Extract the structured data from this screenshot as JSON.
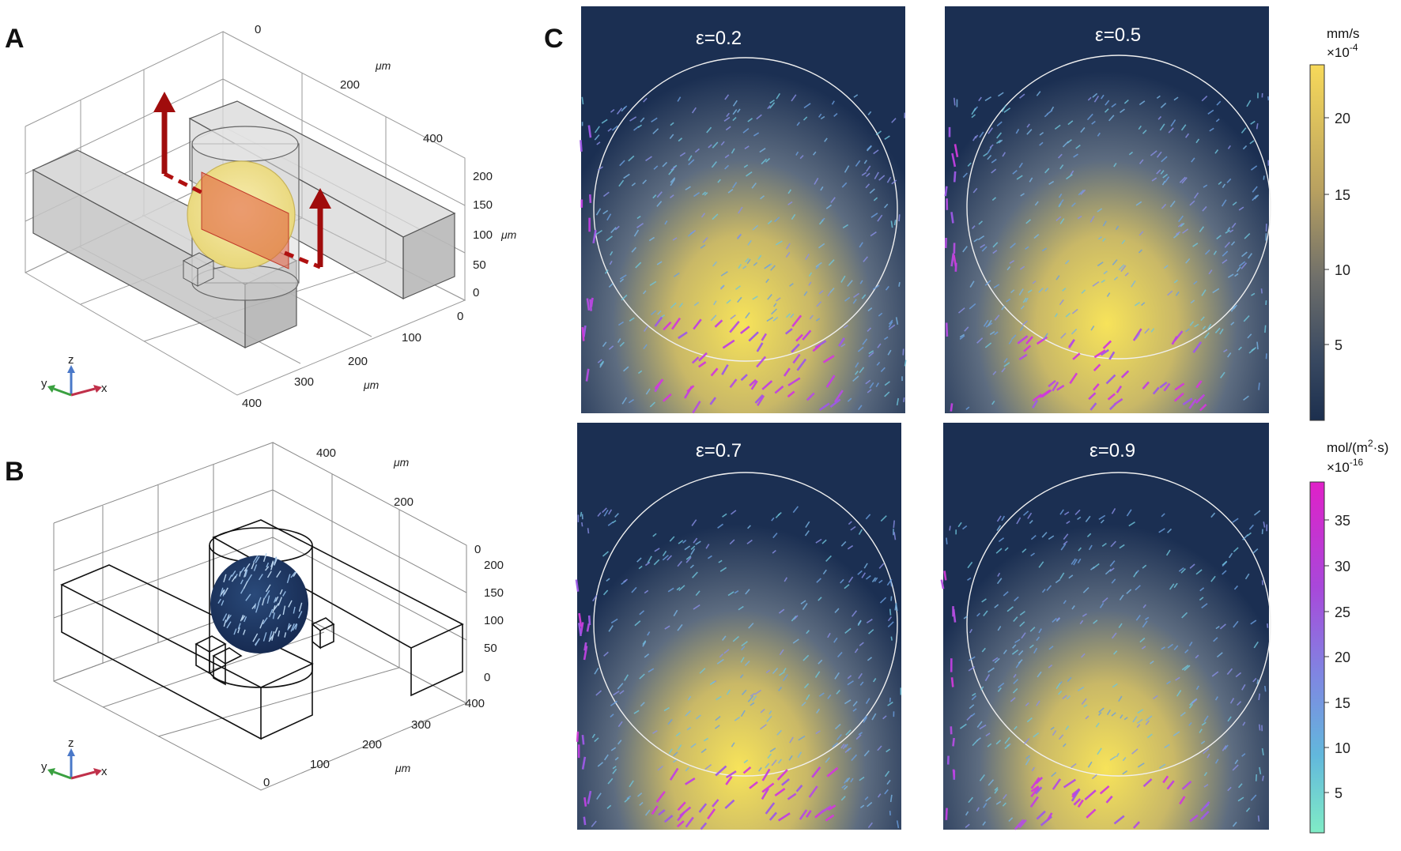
{
  "panels": {
    "a": {
      "label": "A",
      "ticks": {
        "y_top": [
          "0",
          "200",
          "400"
        ],
        "z": [
          "200",
          "150",
          "100",
          "50",
          "0"
        ],
        "y_front": [
          "0",
          "100",
          "200"
        ],
        "x": [
          "400",
          "300"
        ]
      },
      "units": {
        "y_top": "μm",
        "z": "μm",
        "x": "μm"
      },
      "axes": {
        "x": "x",
        "y": "y",
        "z": "z"
      }
    },
    "b": {
      "label": "B",
      "ticks": {
        "y_top": [
          "400",
          "200",
          "0"
        ],
        "z": [
          "200",
          "150",
          "100",
          "50",
          "0"
        ],
        "y_front": [
          "400",
          "300",
          "200",
          "100"
        ],
        "x": [
          "0"
        ]
      },
      "units": {
        "y_top": "μm",
        "x": "μm"
      },
      "axes": {
        "x": "x",
        "y": "y",
        "z": "z"
      }
    },
    "c": {
      "label": "C",
      "subplots": [
        {
          "eps": "ε=0.2"
        },
        {
          "eps": "ε=0.5"
        },
        {
          "eps": "ε=0.7"
        },
        {
          "eps": "ε=0.9"
        }
      ]
    }
  },
  "colorbars": {
    "velocity": {
      "unit": "mm/s",
      "scale": "×10",
      "exp": "-4",
      "ticks": [
        "20",
        "15",
        "10",
        "5"
      ],
      "colors": [
        "#f7d95a",
        "#b9a160",
        "#6f6f6a",
        "#3a4a62",
        "#1c2f4e"
      ]
    },
    "flux": {
      "unit": "mol/(m",
      "unit_sup": "2",
      "unit_end": "·s)",
      "scale": "×10",
      "exp": "-16",
      "ticks": [
        "35",
        "30",
        "25",
        "20",
        "15",
        "10",
        "5"
      ],
      "colors": [
        "#e020c8",
        "#b040d8",
        "#8a6ae0",
        "#6a9ee0",
        "#62c6d8",
        "#7ee8c8"
      ]
    }
  }
}
